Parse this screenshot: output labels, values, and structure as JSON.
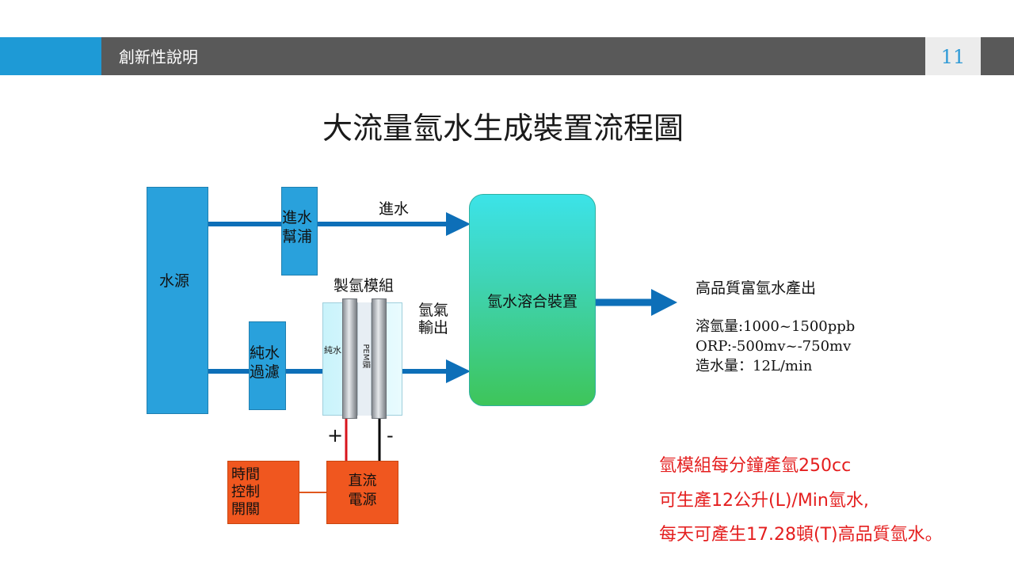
{
  "header": {
    "section_title": "創新性說明",
    "page_number": "11"
  },
  "title": "大流量氫水生成裝置流程圖",
  "diagram": {
    "water_source": "水源",
    "inlet_pump_line1": "進水",
    "inlet_pump_line2": "幫浦",
    "inlet_label": "進水",
    "pure_filter_line1": "純水",
    "pure_filter_line2": "過濾",
    "hydrogen_module": "製氫模組",
    "pure_water_cell": "純水",
    "pem_membrane": "PEM膜",
    "hydrogen_out_line1": "氫氣",
    "hydrogen_out_line2": "輸出",
    "mixer": "氫水溶合裝置",
    "plus": "+",
    "minus": "-",
    "timer_line1": "時間",
    "timer_line2": "控制",
    "timer_line3": "開關",
    "dc_line1": "直流",
    "dc_line2": "電源",
    "output_title": "高品質富氫水產出",
    "spec_1": "溶氫量:1000~1500ppb",
    "spec_2": "ORP:-500mv~-750mv",
    "spec_3": "造水量：12L/min"
  },
  "notes": {
    "line_1": "氫模組每分鐘產氫250cc",
    "line_2": "可生產12公升(L)/Min氫水,",
    "line_3": "每天可產生17.28頓(T)高品質氫水。"
  },
  "colors": {
    "header_blue": "#1e9ad6",
    "header_gray": "#595959",
    "box_blue": "#29a1dc",
    "arrow_blue": "#0d6fb8",
    "orange": "#f0571f",
    "note_red": "#e41e1e"
  }
}
